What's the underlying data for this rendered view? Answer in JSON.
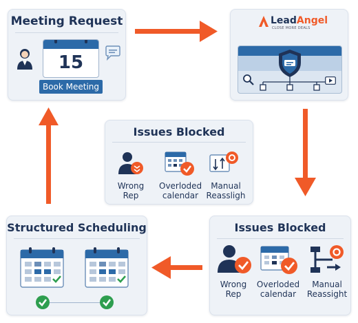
{
  "colors": {
    "accent": "#f05a28",
    "navy": "#1f3357",
    "blue": "#2c6aa8",
    "green": "#2e9e4f",
    "card_bg": "#eef2f7"
  },
  "meeting_request": {
    "title": "Meeting Request",
    "calendar_day": "15",
    "button_label": "Book Meeting",
    "icons": [
      "person-icon",
      "calendar-icon",
      "chat-icon"
    ]
  },
  "leadangel": {
    "brand_lead": "Lead",
    "brand_angel": "Angel",
    "tagline": "CLOSE MORE DEALS",
    "icons": [
      "logo-icon",
      "shield-icon",
      "search-icon",
      "play-icon"
    ]
  },
  "issues_blocked_small": {
    "title": "Issues Blocked",
    "items": [
      {
        "label_line1": "Wrong",
        "label_line2": "Rep"
      },
      {
        "label_line1": "Overloded",
        "label_line2": "calendar"
      },
      {
        "label_line1": "Manual",
        "label_line2": "Reassligh"
      }
    ]
  },
  "issues_blocked_large": {
    "title": "Issues Blocked",
    "items": [
      {
        "label_line1": "Wrong",
        "label_line2": "Rep"
      },
      {
        "label_line1": "Overloded",
        "label_line2": "calendar"
      },
      {
        "label_line1": "Manual",
        "label_line2": "Reassight"
      }
    ]
  },
  "structured_scheduling": {
    "title": "Structured Scheduling",
    "icons": [
      "calendar-check-icon",
      "calendar-check-icon",
      "check-circle-icon",
      "check-circle-icon"
    ]
  }
}
